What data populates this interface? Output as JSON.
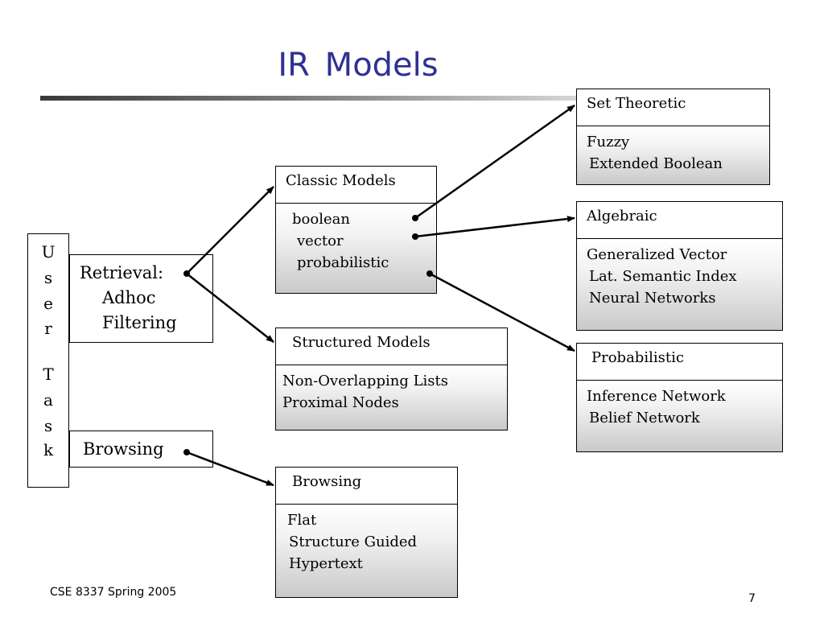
{
  "title": "IR  Models",
  "footer": {
    "left": "CSE 8337 Spring 2005",
    "page_number": "7"
  },
  "user_task": {
    "letters": [
      "U",
      "s",
      "e",
      "r",
      "T",
      "a",
      "s",
      "k"
    ]
  },
  "retrieval": {
    "label": "Retrieval:",
    "items": [
      "Adhoc",
      "Filtering"
    ]
  },
  "browsing_task": {
    "label": "Browsing"
  },
  "classic_models": {
    "title": "Classic Models",
    "items": [
      "boolean",
      "vector",
      "probabilistic"
    ]
  },
  "structured_models": {
    "title": "Structured Models",
    "items": [
      "Non-Overlapping Lists",
      "Proximal Nodes"
    ]
  },
  "browsing_models": {
    "title": "Browsing",
    "items": [
      "Flat",
      "Structure Guided",
      "Hypertext"
    ]
  },
  "set_theoretic": {
    "title": "Set Theoretic",
    "items": [
      "Fuzzy",
      "Extended Boolean"
    ]
  },
  "algebraic": {
    "title": "Algebraic",
    "items": [
      "Generalized Vector",
      "Lat. Semantic Index",
      "Neural Networks"
    ]
  },
  "probabilistic": {
    "title": "Probabilistic",
    "items": [
      "Inference Network",
      "Belief Network"
    ]
  },
  "colors": {
    "title": "#2e3192",
    "arrow": "#000000"
  }
}
